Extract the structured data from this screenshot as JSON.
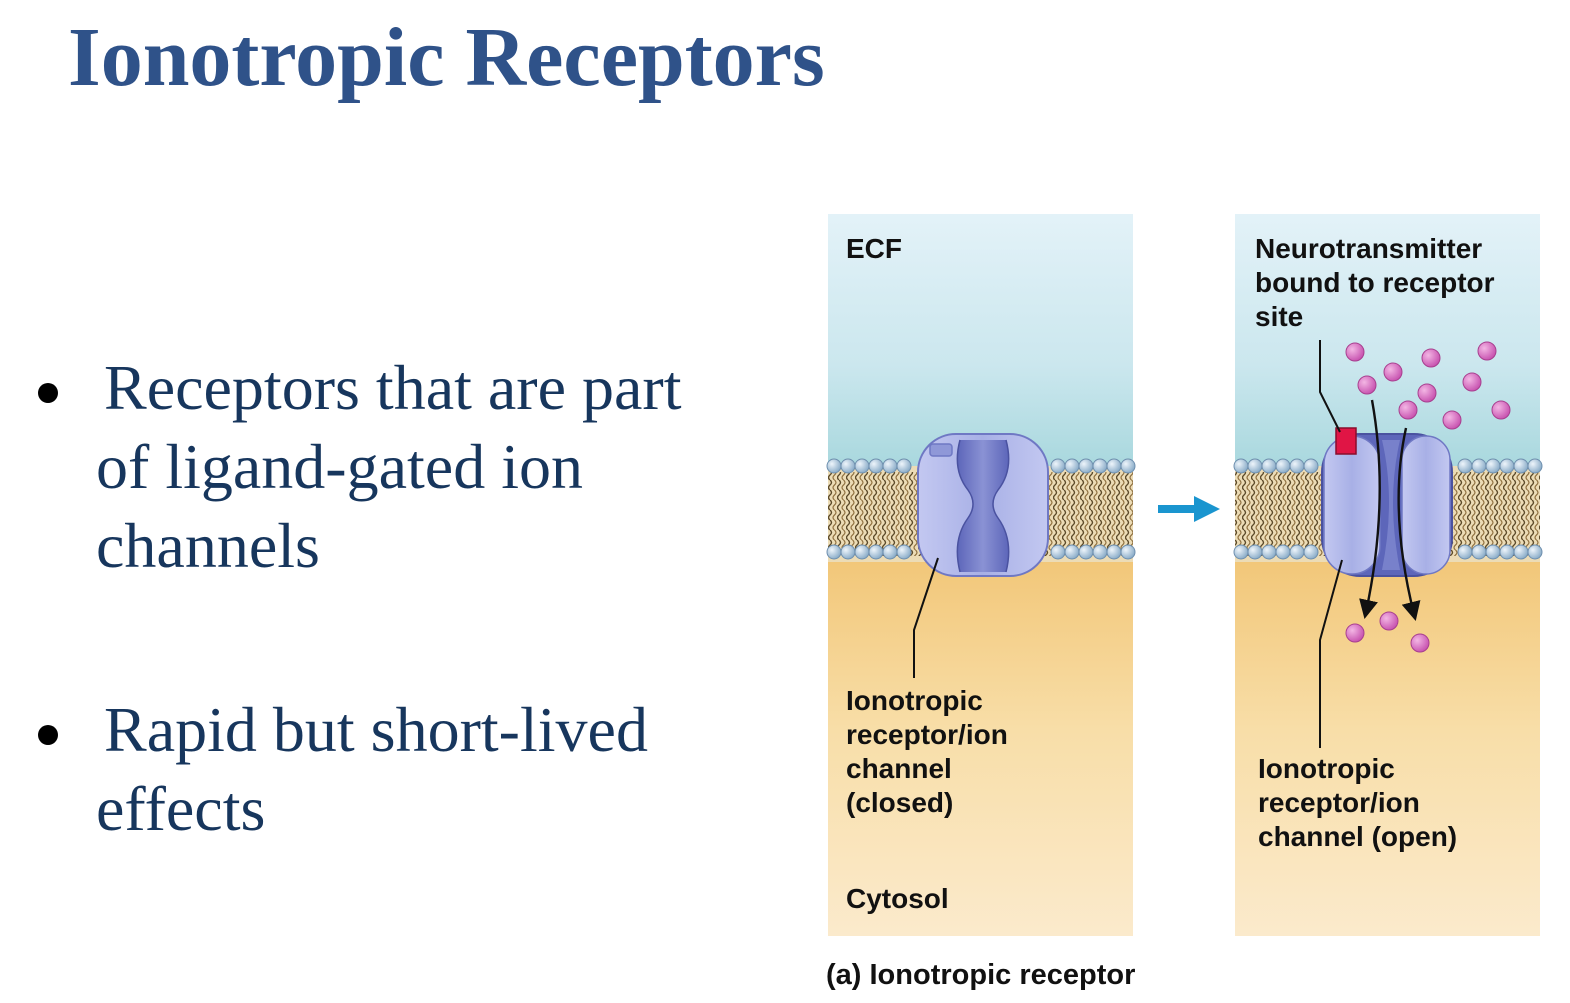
{
  "slide": {
    "title": "Ionotropic Receptors",
    "bullets": [
      {
        "first_line": "Receptors that are part",
        "rest": "of ligand-gated ion\nchannels"
      },
      {
        "first_line": "Rapid but short-lived",
        "rest": "effects"
      }
    ]
  },
  "figure": {
    "labels": {
      "ecf": "ECF",
      "closed_channel": "Ionotropic\nreceptor/ion\nchannel\n(closed)",
      "cytosol": "Cytosol",
      "neurotransmitter_bound": "Neurotransmitter\nbound to receptor\nsite",
      "open_channel": "Ionotropic\nreceptor/ion\nchannel (open)"
    },
    "caption": "(a) Ionotropic receptor"
  },
  "colors": {
    "title": "#2f5289",
    "bullet_text": "#17365d",
    "ecf_top": "#e3f2f8",
    "ecf_bottom": "#a9d8de",
    "cytosol_top": "#f3c87a",
    "cytosol_bottom": "#fbe9c9",
    "protein": "#b4bbec",
    "neurotransmitter": "#d873c3",
    "receptor_site": "#e01545",
    "arrow": "#1a95cf"
  }
}
